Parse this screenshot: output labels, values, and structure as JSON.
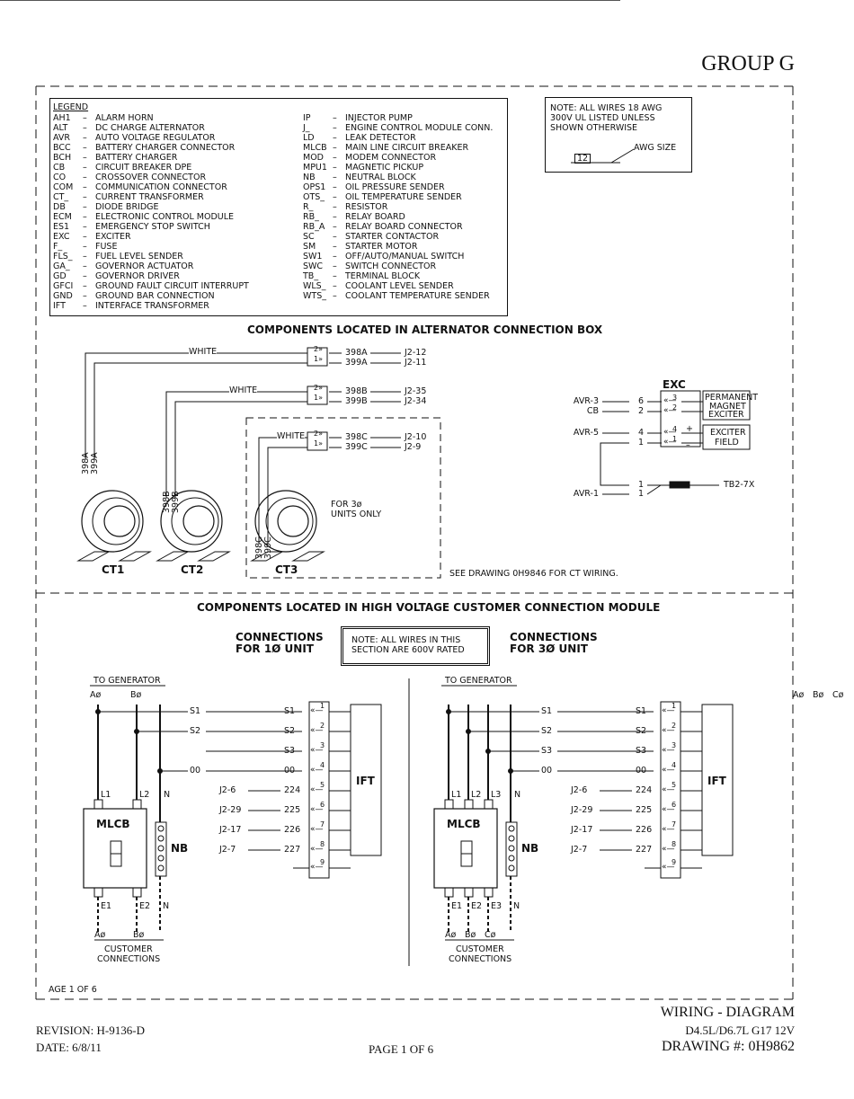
{
  "header": {
    "group": "GROUP G"
  },
  "legend": {
    "title": "LEGEND",
    "left": [
      [
        "AH1",
        "ALARM HORN"
      ],
      [
        "ALT",
        "DC CHARGE ALTERNATOR"
      ],
      [
        "AVR",
        "AUTO VOLTAGE REGULATOR"
      ],
      [
        "BCC",
        "BATTERY CHARGER CONNECTOR"
      ],
      [
        "BCH",
        "BATTERY CHARGER"
      ],
      [
        "CB",
        "CIRCUIT BREAKER DPE"
      ],
      [
        "CO",
        "CROSSOVER CONNECTOR"
      ],
      [
        "COM",
        "COMMUNICATION CONNECTOR"
      ],
      [
        "CT_",
        "CURRENT TRANSFORMER"
      ],
      [
        "DB",
        "DIODE BRIDGE"
      ],
      [
        "ECM",
        "ELECTRONIC CONTROL MODULE"
      ],
      [
        "ES1",
        "EMERGENCY STOP SWITCH"
      ],
      [
        "EXC",
        "EXCITER"
      ],
      [
        "F_",
        "FUSE"
      ],
      [
        "FLS_",
        "FUEL LEVEL SENDER"
      ],
      [
        "GA_",
        "GOVERNOR ACTUATOR"
      ],
      [
        "GD",
        "GOVERNOR DRIVER"
      ],
      [
        "GFCI",
        "GROUND FAULT CIRCUIT INTERRUPT"
      ],
      [
        "GND",
        "GROUND BAR CONNECTION"
      ],
      [
        "IFT",
        "INTERFACE TRANSFORMER"
      ]
    ],
    "right": [
      [
        "IP",
        "INJECTOR PUMP"
      ],
      [
        "J_",
        "ENGINE CONTROL MODULE CONN."
      ],
      [
        "LD",
        "LEAK DETECTOR"
      ],
      [
        "MLCB",
        "MAIN LINE CIRCUIT BREAKER"
      ],
      [
        "MOD",
        "MODEM CONNECTOR"
      ],
      [
        "MPU1",
        "MAGNETIC PICKUP"
      ],
      [
        "NB",
        "NEUTRAL BLOCK"
      ],
      [
        "OPS1",
        "OIL PRESSURE SENDER"
      ],
      [
        "OTS_",
        "OIL TEMPERATURE SENDER"
      ],
      [
        "R_",
        "RESISTOR"
      ],
      [
        "RB_",
        "RELAY BOARD"
      ],
      [
        "RB_A",
        "RELAY BOARD CONNECTOR"
      ],
      [
        "SC",
        "STARTER CONTACTOR"
      ],
      [
        "SM",
        "STARTER MOTOR"
      ],
      [
        "SW1",
        "OFF/AUTO/MANUAL SWITCH"
      ],
      [
        "SWC",
        "SWITCH CONNECTOR"
      ],
      [
        "TB_",
        "TERMINAL BLOCK"
      ],
      [
        "WLS_",
        "COOLANT LEVEL SENDER"
      ],
      [
        "WTS_",
        "COOLANT TEMPERATURE SENDER"
      ]
    ]
  },
  "note": {
    "line1": "NOTE: ALL WIRES 18 AWG",
    "line2": "300V UL LISTED UNLESS",
    "line3": "SHOWN OTHERWISE",
    "awg_label": "AWG SIZE",
    "awg_value": "12"
  },
  "alt_box": {
    "title": "COMPONENTS LOCATED IN ALTERNATOR CONNECTION BOX",
    "white": "WHITE",
    "connectors": [
      {
        "a": "398A",
        "b": "399A",
        "ja": "J2-12",
        "jb": "J2-11"
      },
      {
        "a": "398B",
        "b": "399B",
        "ja": "J2-35",
        "jb": "J2-34"
      },
      {
        "a": "398C",
        "b": "399C",
        "ja": "J2-10",
        "jb": "J2-9"
      }
    ],
    "ct_labels": [
      "CT1",
      "CT2",
      "CT3"
    ],
    "for3": "FOR 3ø",
    "units_only": "UNITS ONLY",
    "see_drawing": "SEE DRAWING 0H9846 FOR CT WIRING.",
    "exc": {
      "title": "EXC",
      "avr3": "AVR-3",
      "cb": "CB",
      "avr5": "AVR-5",
      "avr1": "AVR-1",
      "n6": "6",
      "n2": "2",
      "n4": "4",
      "n1": "1",
      "n1b": "1",
      "n1c": "1",
      "p3": "3",
      "p2": "2",
      "p4": "4",
      "p1": "1",
      "plus": "+",
      "minus": "–",
      "pm1": "PERMANENT",
      "pm2": "MAGNET",
      "pm3": "EXCITER",
      "ef1": "EXCITER",
      "ef2": "FIELD",
      "tb": "TB2-7X"
    }
  },
  "hv": {
    "title": "COMPONENTS LOCATED IN HIGH VOLTAGE CUSTOMER CONNECTION MODULE",
    "conn1_l1": "CONNECTIONS",
    "conn1_l2": "FOR 1Ø UNIT",
    "conn3_l1": "CONNECTIONS",
    "conn3_l2": "FOR 3Ø UNIT",
    "note1": "NOTE: ALL WIRES IN THIS",
    "note2": "SECTION ARE 600V RATED",
    "to_gen": "TO GENERATOR",
    "left": {
      "phases": [
        "Aø",
        "Bø"
      ],
      "wires": [
        "S1",
        "S2",
        "",
        "00"
      ],
      "right_labels": [
        "S1",
        "S2",
        "S3",
        "00",
        "224",
        "225",
        "226",
        "227"
      ],
      "j_labels": [
        "J2-6",
        "J2-29",
        "J2-17",
        "J2-7"
      ],
      "breaker_top": [
        "L1",
        "L2",
        "N"
      ],
      "breaker_bot": [
        "E1",
        "E2",
        "N"
      ],
      "cust_phases": [
        "Aø",
        "Bø"
      ]
    },
    "right": {
      "phases": [
        "Aø",
        "Bø",
        "Cø"
      ],
      "wires": [
        "S1",
        "S2",
        "S3",
        "00"
      ],
      "right_labels": [
        "S1",
        "S2",
        "S3",
        "00",
        "224",
        "225",
        "226",
        "227"
      ],
      "j_labels": [
        "J2-6",
        "J2-29",
        "J2-17",
        "J2-7"
      ],
      "breaker_top": [
        "L1",
        "L2",
        "L3",
        "N"
      ],
      "breaker_bot": [
        "E1",
        "E2",
        "E3",
        "N"
      ],
      "cust_phases": [
        "Aø",
        "Bø",
        "Cø"
      ]
    },
    "terminals": [
      "1",
      "2",
      "3",
      "4",
      "5",
      "6",
      "7",
      "8",
      "9"
    ],
    "ift": "IFT",
    "mlcb": "MLCB",
    "nb": "NB",
    "customer": "CUSTOMER",
    "connections": "CONNECTIONS"
  },
  "page_small": "AGE 1 OF 6",
  "footer": {
    "revision": "REVISION: H-9136-D",
    "date": "DATE: 6/8/11",
    "page": "PAGE 1 OF 6",
    "title1": "WIRING - DIAGRAM",
    "title2": "D4.5L/D6.7L G17 12V",
    "drawing": "DRAWING #: 0H9862"
  }
}
